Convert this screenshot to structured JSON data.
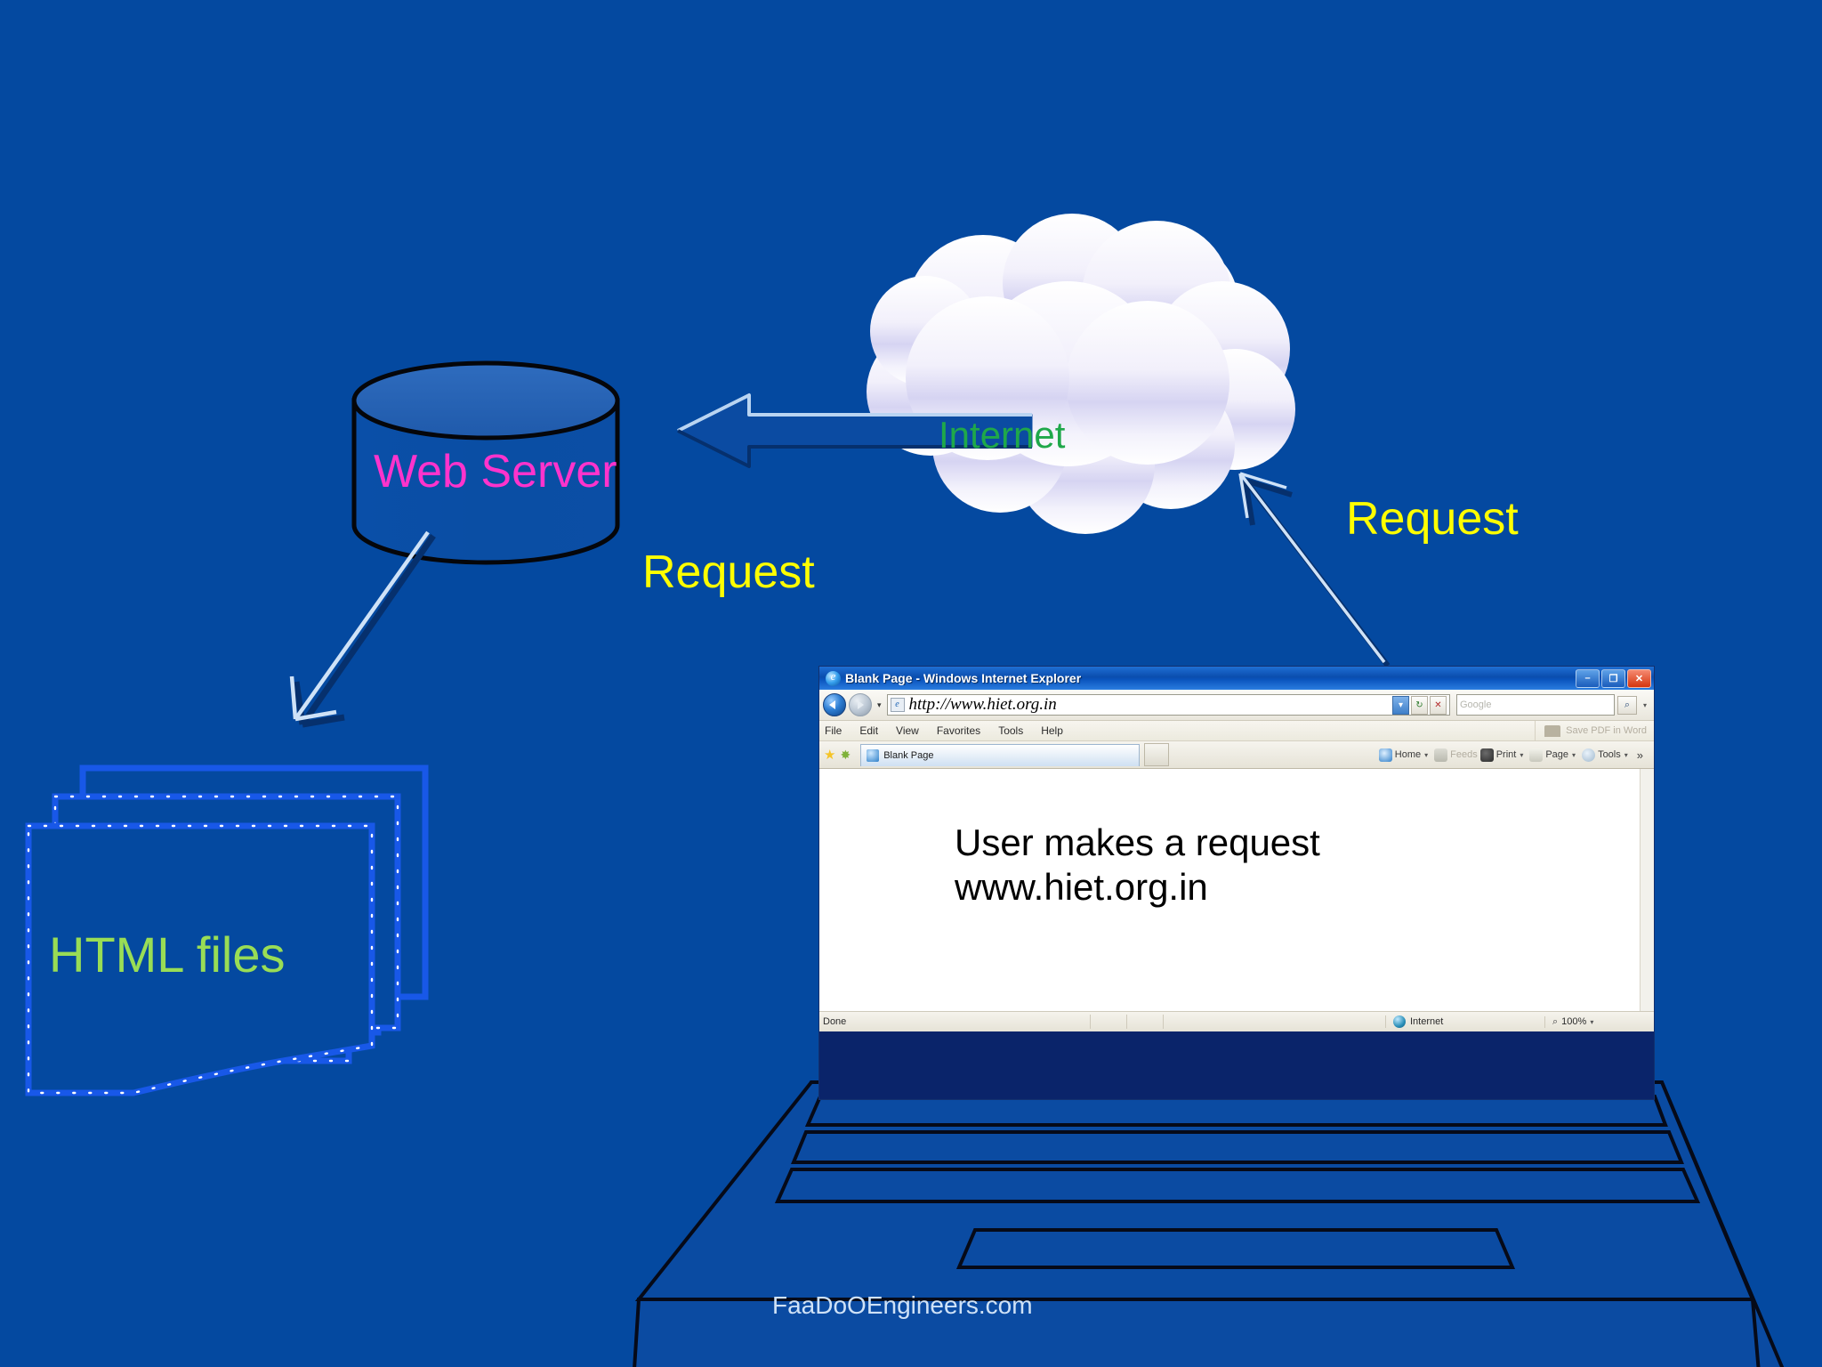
{
  "slide": {
    "background_color": "#0449A0",
    "footer": "FaaDoOEngineers.com"
  },
  "nodes": {
    "web_server": {
      "label": "Web Server",
      "color": "#FF33CC",
      "shape": "cylinder"
    },
    "internet": {
      "label": "Internet",
      "color": "#1FA84A",
      "shape": "cloud"
    },
    "html_files": {
      "label": "HTML files",
      "color": "#99DD55",
      "shape": "stacked-documents"
    }
  },
  "arrows": [
    {
      "name": "internet-to-server",
      "label": "Request",
      "label_color": "#FFFF00",
      "direction": "left"
    },
    {
      "name": "client-to-internet",
      "label": "Request",
      "label_color": "#FFFF00",
      "direction": "up-left"
    },
    {
      "name": "server-to-html-files",
      "label": "",
      "direction": "down-left"
    }
  ],
  "browser": {
    "window_title": "Blank Page - Windows Internet Explorer",
    "title_icon": "ie-logo-icon",
    "window_buttons": [
      {
        "name": "minimize-button",
        "glyph": "–"
      },
      {
        "name": "maximize-button",
        "glyph": "❐"
      },
      {
        "name": "close-button",
        "glyph": "✕"
      }
    ],
    "address_bar": {
      "url": "http://www.hiet.org.in",
      "favicon": "page-icon",
      "back_tooltip": "Back",
      "forward_tooltip": "Forward",
      "history_caret": "▾",
      "dropdown_glyph": "▾",
      "refresh_glyph": "↻",
      "stop_glyph": "✕"
    },
    "search": {
      "placeholder": "Google",
      "go_glyph": "⌕",
      "caret_glyph": "▾"
    },
    "menu_items": [
      "File",
      "Edit",
      "View",
      "Favorites",
      "Tools",
      "Help"
    ],
    "convert_toolbar": {
      "label": "Save PDF in Word",
      "icon": "convert-icon"
    },
    "favorites": {
      "star_glyph": "★",
      "add_glyph": "✸"
    },
    "tab": {
      "label": "Blank Page",
      "favicon": "page-icon"
    },
    "new_tab_label": "",
    "command_bar": [
      {
        "name": "home",
        "label": "Home",
        "icon": "home-icon",
        "caret": "▾",
        "dim": false
      },
      {
        "name": "feeds",
        "label": "Feeds",
        "icon": "feeds-icon",
        "caret": "",
        "dim": true
      },
      {
        "name": "print",
        "label": "Print",
        "icon": "print-icon",
        "caret": "▾",
        "dim": false
      },
      {
        "name": "page",
        "label": "Page",
        "icon": "page-icon",
        "caret": "▾",
        "dim": false
      },
      {
        "name": "tools",
        "label": "Tools",
        "icon": "tools-icon",
        "caret": "▾",
        "dim": false
      }
    ],
    "command_overflow": "»",
    "page_content": {
      "line1": "User makes a request",
      "line2": "www.hiet.org.in"
    },
    "status_bar": {
      "status": "Done",
      "zone": "Internet",
      "zone_icon": "globe-icon",
      "zoom": "100%",
      "zoom_icon": "⌕",
      "zoom_caret": "▾"
    }
  },
  "laptop": {
    "name": "laptop-base",
    "key_rows": 3,
    "has_spacebar": true
  }
}
